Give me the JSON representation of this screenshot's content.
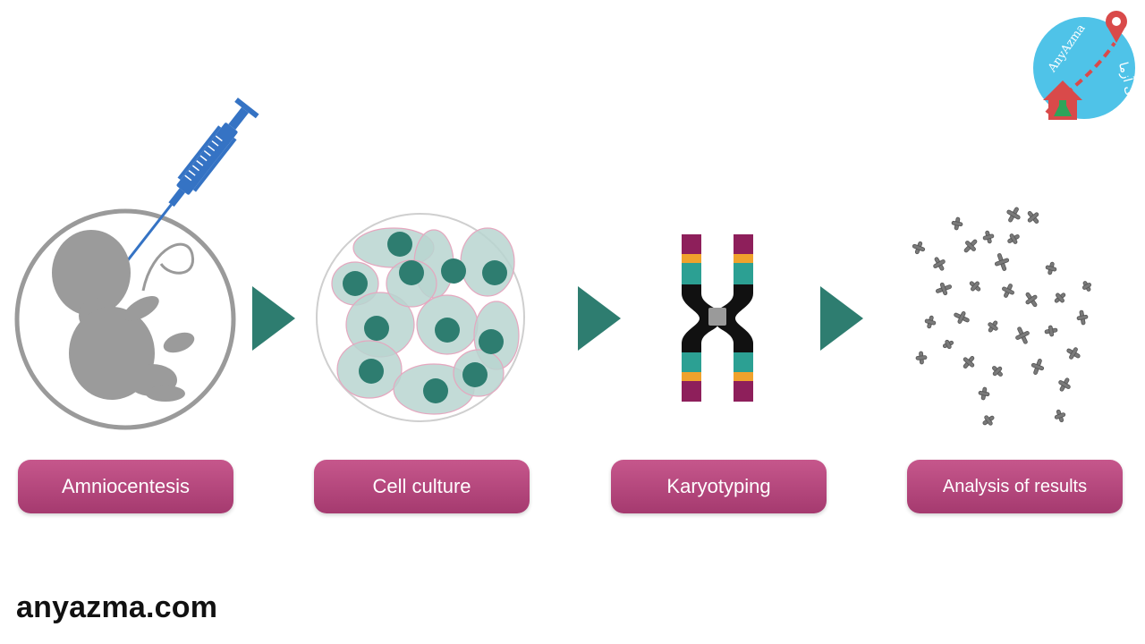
{
  "steps": [
    {
      "label": "Amniocentesis",
      "icon": "fetus-in-womb-with-syringe"
    },
    {
      "label": "Cell culture",
      "icon": "cells-in-petri-dish"
    },
    {
      "label": "Karyotyping",
      "icon": "chromosome"
    },
    {
      "label": "Analysis of results",
      "icon": "chromosome-spread"
    }
  ],
  "website": "anyazma.com",
  "logo": {
    "text_latin": "AnyAzma",
    "text_persian": "آنی آزما"
  },
  "colors": {
    "label_bg": "#b2457b",
    "arrow": "#2e7d70",
    "syringe": "#3573c4",
    "chromosome_magenta": "#8e1f5b",
    "chromosome_orange": "#f0a22c",
    "chromosome_teal": "#2ca093",
    "cell_fill": "#b9d5d0",
    "cell_nucleus": "#2e7d70"
  }
}
